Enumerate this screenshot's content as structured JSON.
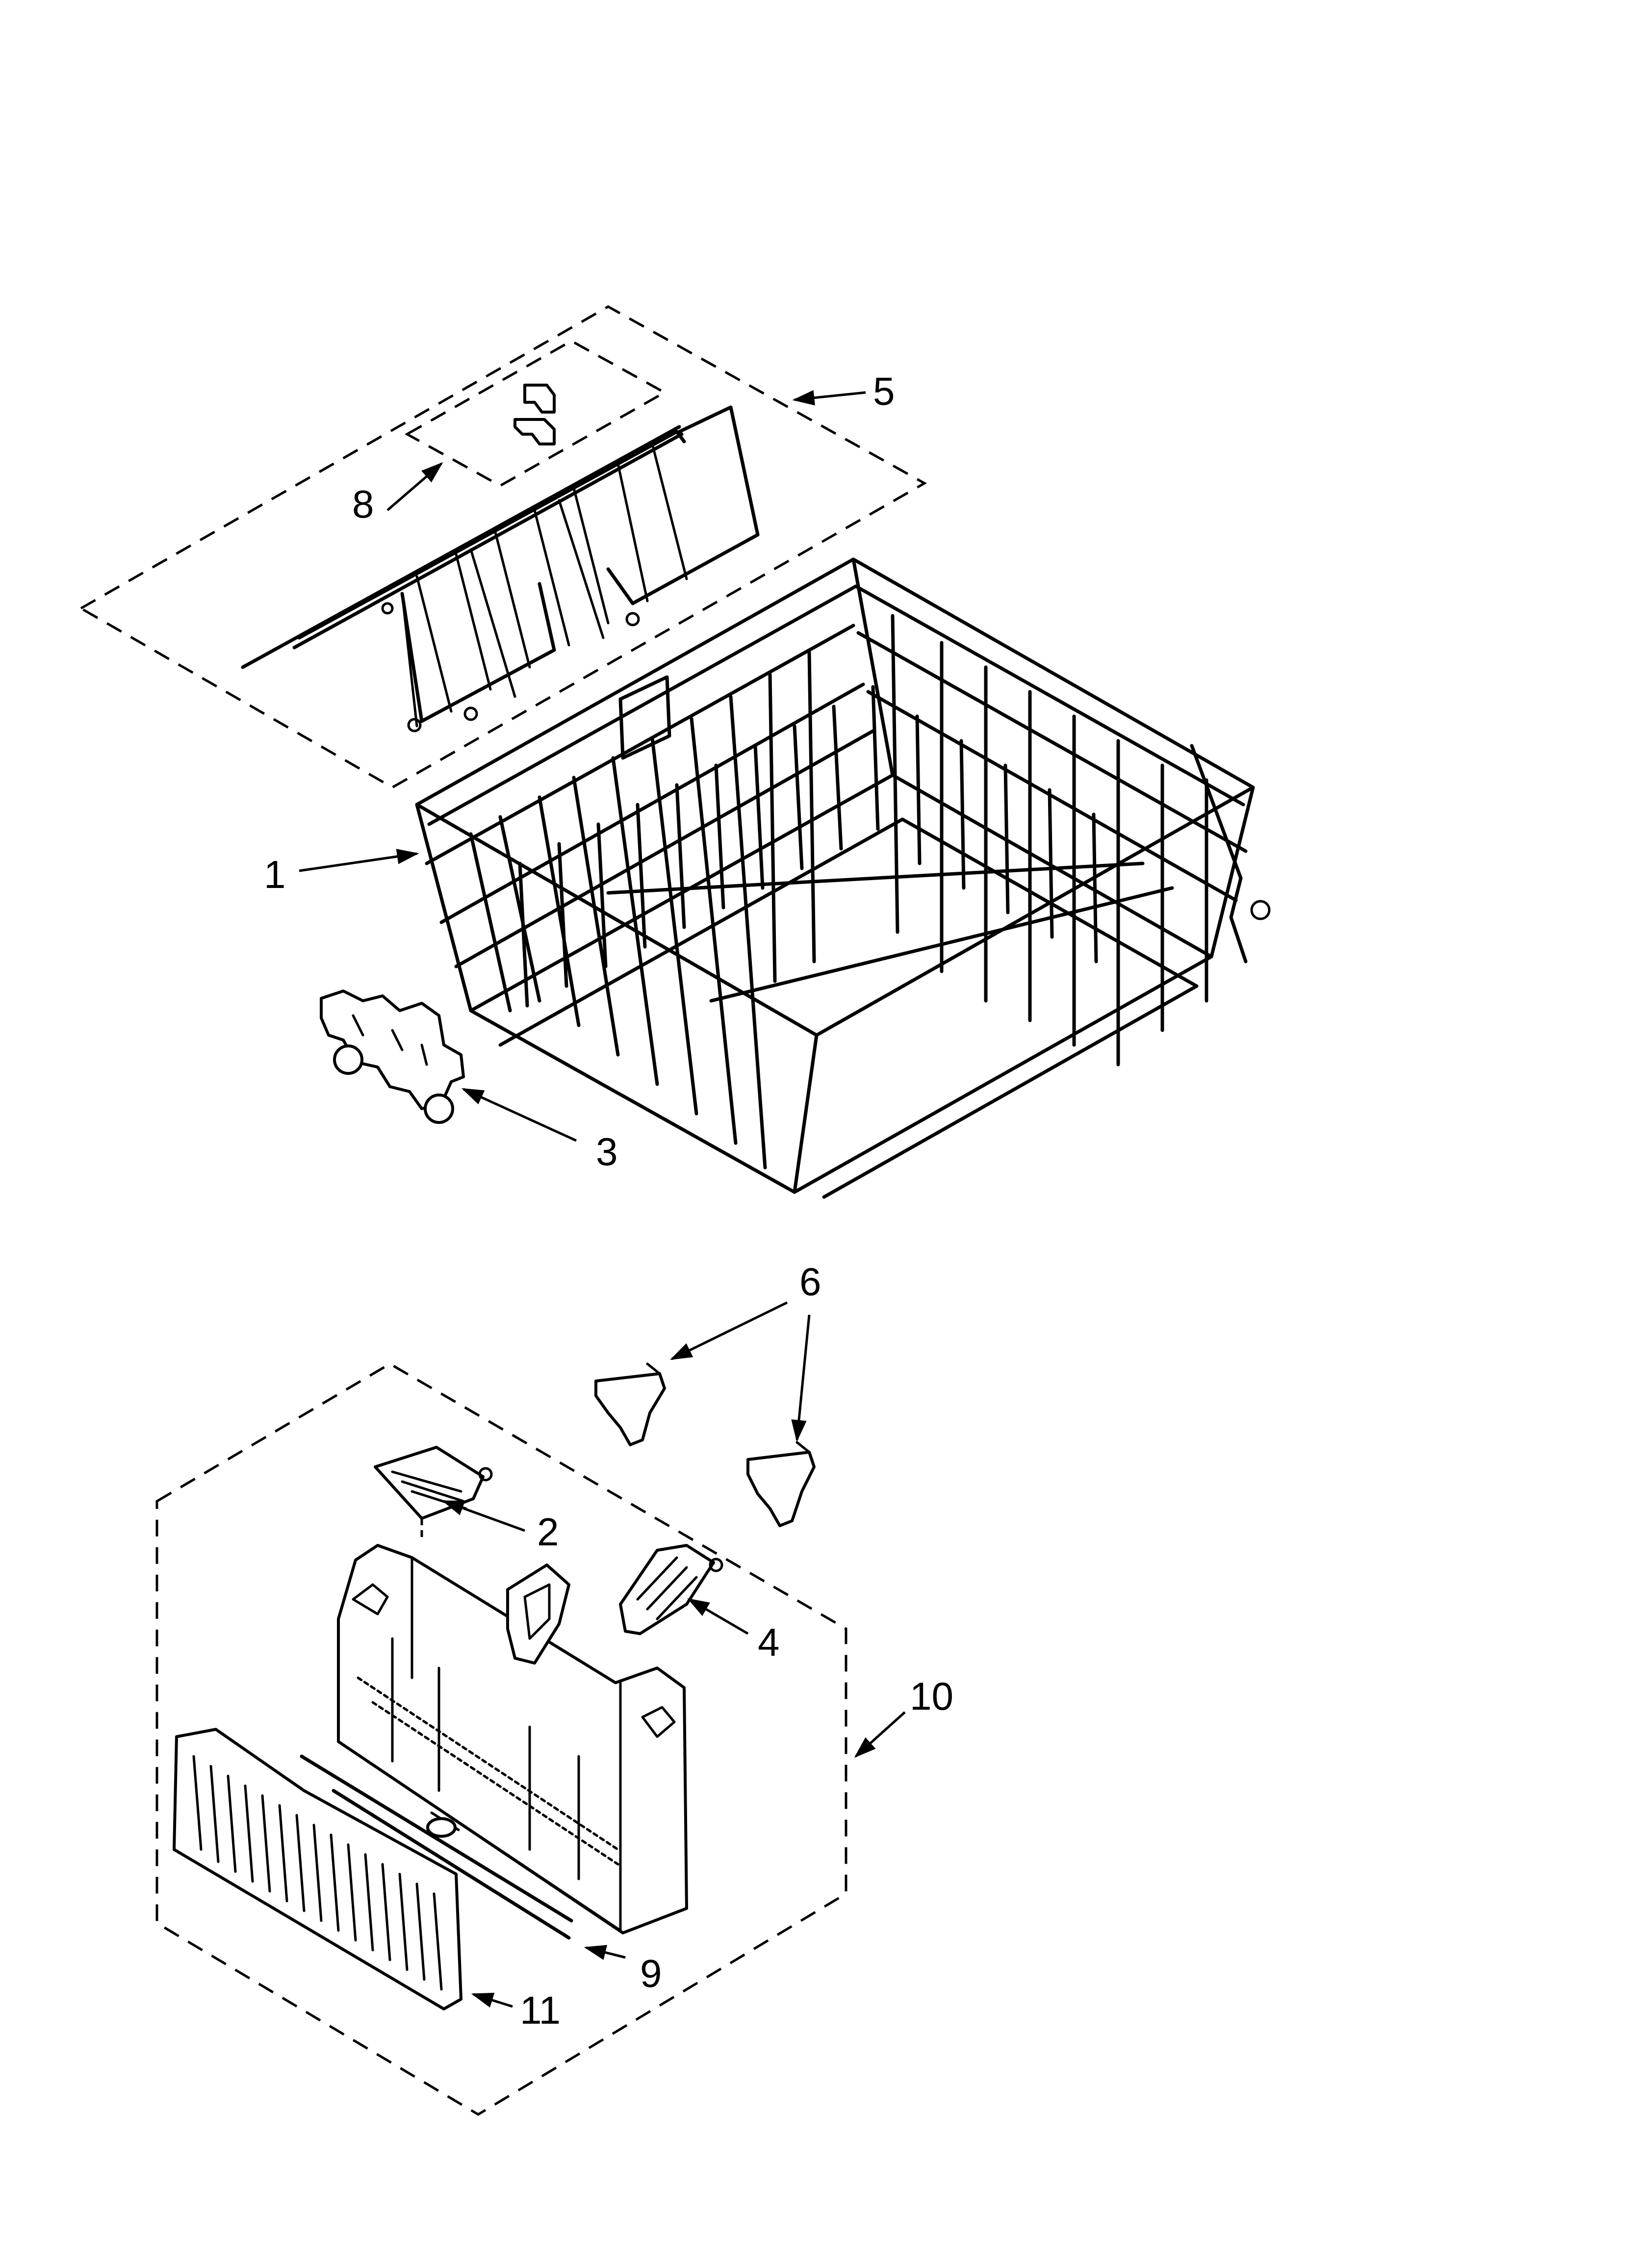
{
  "callouts": {
    "c1": "1",
    "c2": "2",
    "c3": "3",
    "c4": "4",
    "c5": "5",
    "c6": "6",
    "c8": "8",
    "c9": "9",
    "c10": "10",
    "c11": "11"
  },
  "colors": {
    "line": "#000000",
    "background": "#ffffff"
  }
}
